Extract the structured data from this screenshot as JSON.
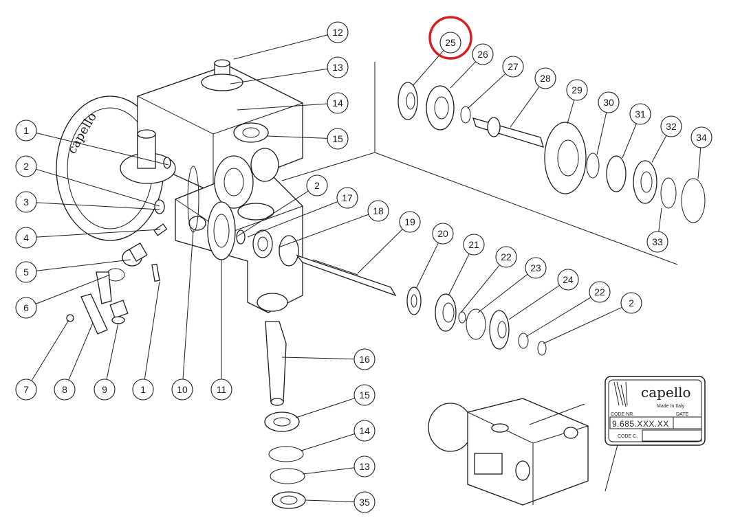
{
  "diagram": {
    "callouts": [
      {
        "label": "1"
      },
      {
        "label": "2"
      },
      {
        "label": "3"
      },
      {
        "label": "4"
      },
      {
        "label": "5"
      },
      {
        "label": "6"
      },
      {
        "label": "7"
      },
      {
        "label": "8"
      },
      {
        "label": "9"
      },
      {
        "label": "1"
      },
      {
        "label": "10"
      },
      {
        "label": "11"
      },
      {
        "label": "12"
      },
      {
        "label": "13"
      },
      {
        "label": "14"
      },
      {
        "label": "15"
      },
      {
        "label": "2"
      },
      {
        "label": "17"
      },
      {
        "label": "18"
      },
      {
        "label": "19"
      },
      {
        "label": "20"
      },
      {
        "label": "21"
      },
      {
        "label": "22"
      },
      {
        "label": "23"
      },
      {
        "label": "24"
      },
      {
        "label": "22"
      },
      {
        "label": "2"
      },
      {
        "label": "16"
      },
      {
        "label": "15"
      },
      {
        "label": "14"
      },
      {
        "label": "13"
      },
      {
        "label": "35"
      },
      {
        "label": "25"
      },
      {
        "label": "26"
      },
      {
        "label": "27"
      },
      {
        "label": "28"
      },
      {
        "label": "29"
      },
      {
        "label": "30"
      },
      {
        "label": "31"
      },
      {
        "label": "32"
      },
      {
        "label": "34"
      },
      {
        "label": "33"
      }
    ],
    "highlighted_callout": "25",
    "highlight_color": "#d42020"
  },
  "nameplate": {
    "brand": "capello",
    "made_in": "Made In Italy",
    "code_nr_label": "CODE NR.",
    "date_label": "DATE",
    "code_nr_value": "9.685.XXX.XX",
    "code_c_label": "CODE C."
  },
  "housing_lettering": "capello"
}
